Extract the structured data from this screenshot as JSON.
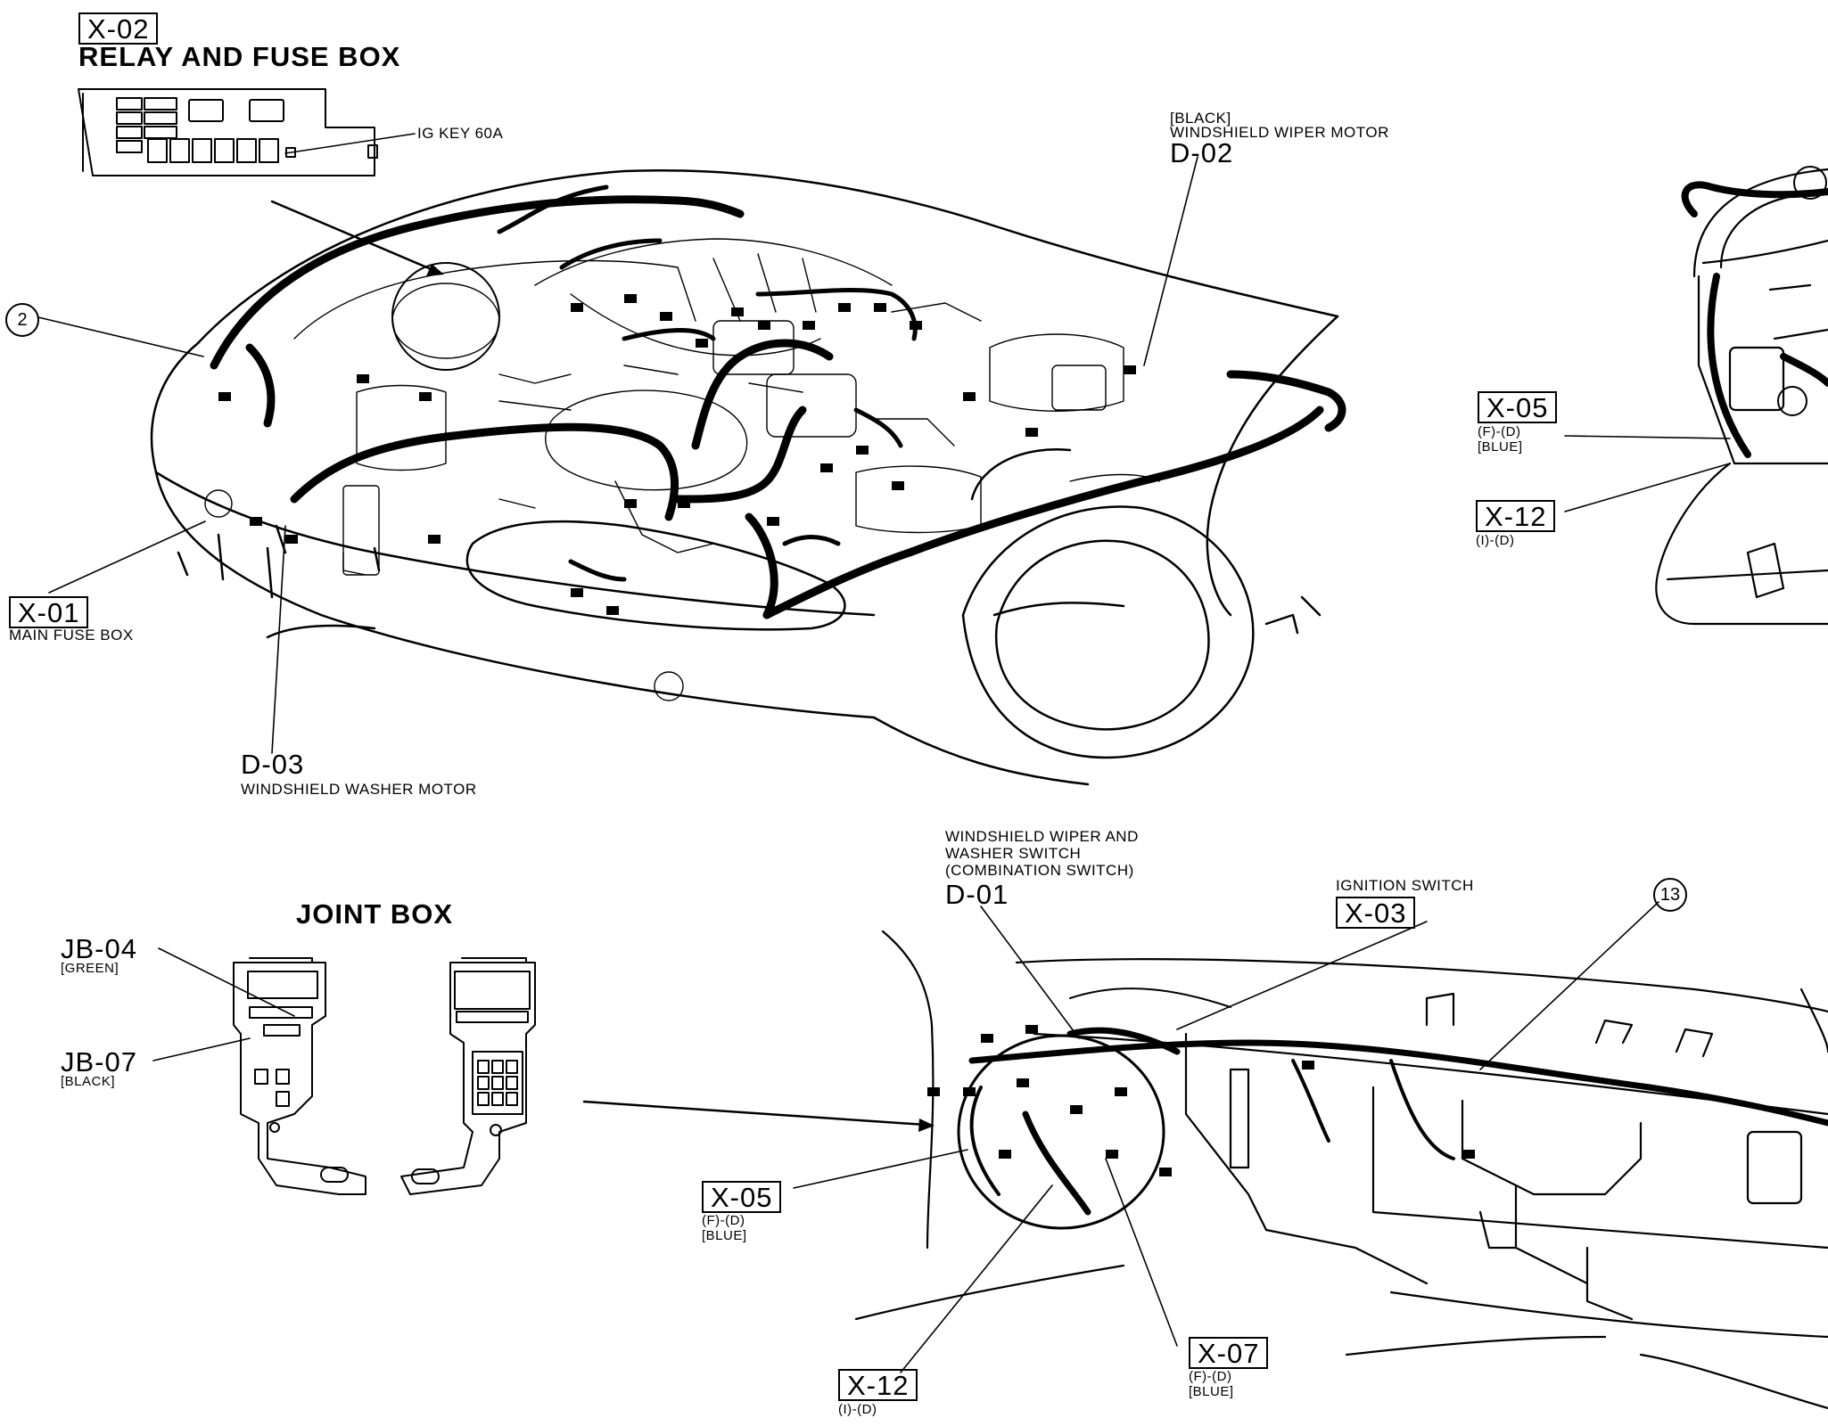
{
  "relay_fuse_box": {
    "code": "X-02",
    "title": "RELAY AND FUSE BOX",
    "ig_key_label": "IG KEY 60A"
  },
  "wiper_motor": {
    "color": "[BLACK]",
    "name": "WINDSHIELD WIPER MOTOR",
    "code": "D-02"
  },
  "circle_2": "2",
  "main_fuse_box": {
    "code": "X-01",
    "name": "MAIN FUSE BOX"
  },
  "washer_motor": {
    "code": "D-03",
    "name": "WINDSHIELD WASHER MOTOR"
  },
  "x05_top": {
    "code": "X-05",
    "line1": "(F)-(D)",
    "line2": "[BLUE]"
  },
  "x12_top": {
    "code": "X-12",
    "line1": "(I)-(D)"
  },
  "joint_box": {
    "title": "JOINT BOX",
    "jb04_code": "JB-04",
    "jb04_color": "[GREEN]",
    "jb07_code": "JB-07",
    "jb07_color": "[BLACK]"
  },
  "combination_switch": {
    "line1": "WINDSHIELD WIPER AND",
    "line2": "WASHER SWITCH",
    "line3": "(COMBINATION SWITCH)",
    "code": "D-01"
  },
  "ignition_switch": {
    "name": "IGNITION SWITCH",
    "code": "X-03"
  },
  "circle_13": "13",
  "x05_bottom": {
    "code": "X-05",
    "line1": "(F)-(D)",
    "line2": "[BLUE]"
  },
  "x07": {
    "code": "X-07",
    "line1": "(F)-(D)",
    "line2": "[BLUE]"
  },
  "x12_bottom": {
    "code": "X-12",
    "line1": "(I)-(D)"
  }
}
